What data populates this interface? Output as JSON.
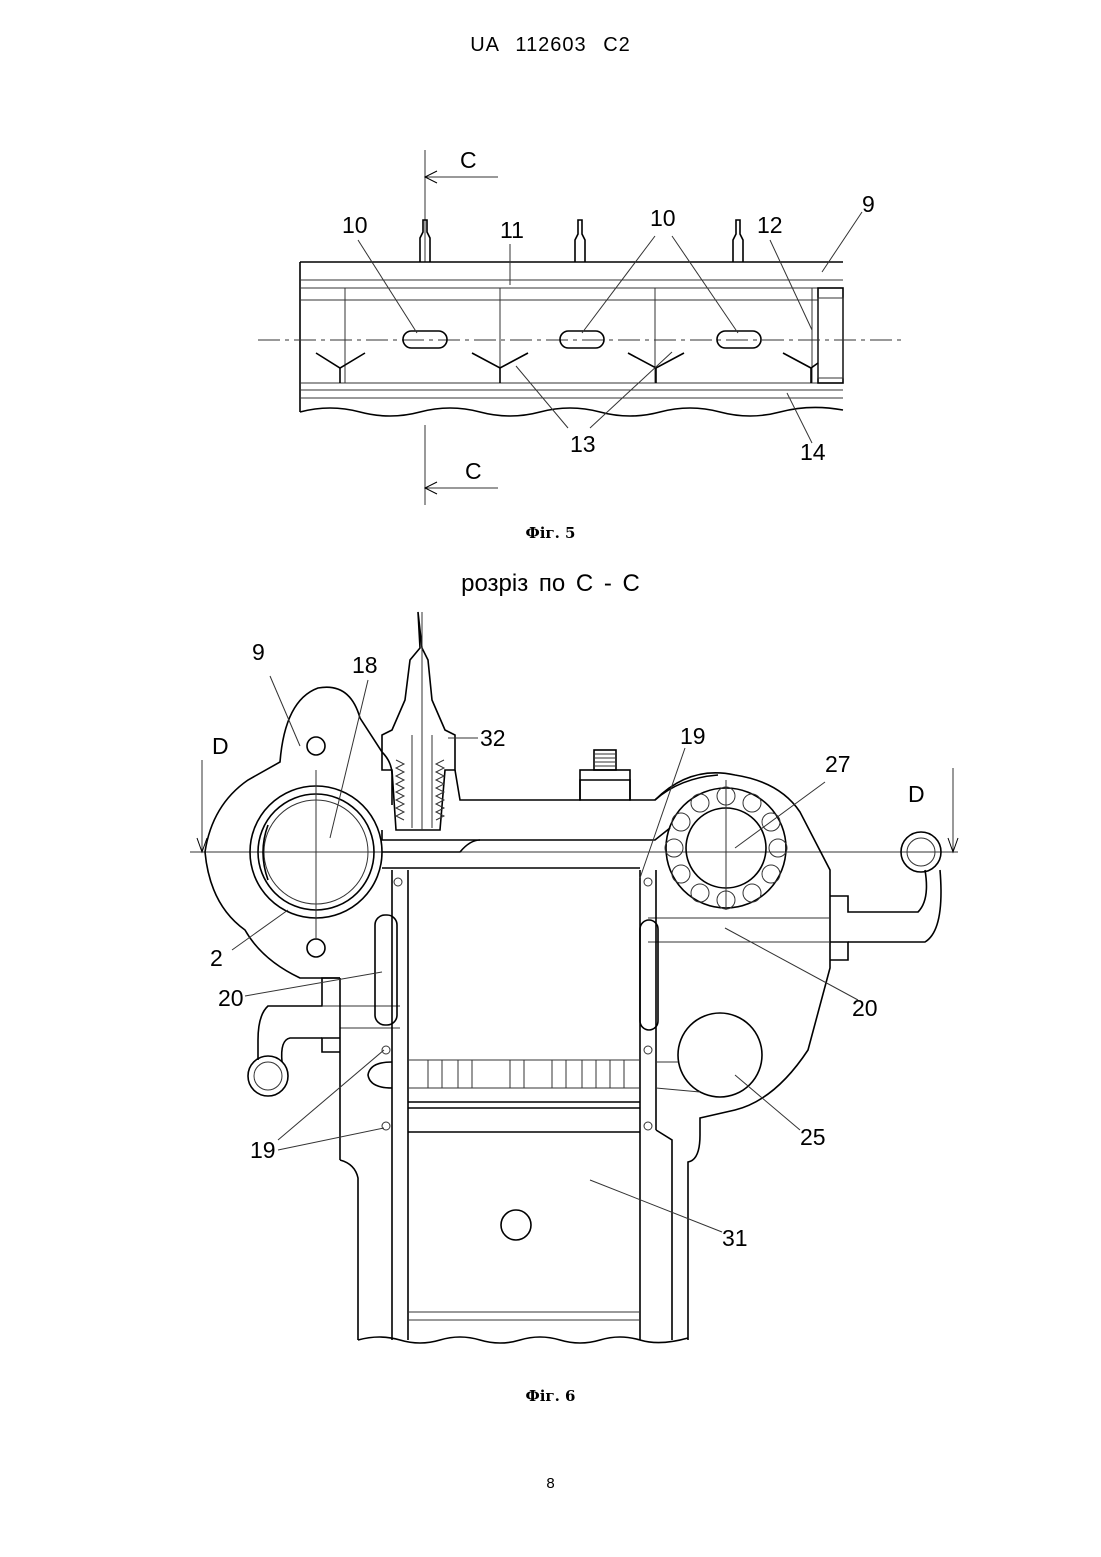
{
  "header": {
    "text": "UA   112603   C2"
  },
  "figure5": {
    "caption": "Фіг. 5",
    "labels": {
      "section_top": "C",
      "section_bottom": "C",
      "l10a": "10",
      "l11": "11",
      "l10b": "10",
      "l12": "12",
      "l9": "9",
      "l13": "13",
      "l14": "14"
    }
  },
  "section_title": "розріз по  С - С",
  "figure6": {
    "caption": "Фіг. 6",
    "labels": {
      "l9": "9",
      "l18": "18",
      "l32": "32",
      "l19a": "19",
      "l27": "27",
      "dLeft": "D",
      "dRight": "D",
      "l2": "2",
      "l20a": "20",
      "l20b": "20",
      "l25": "25",
      "l19b": "19",
      "l31": "31"
    }
  },
  "page_number": "8"
}
